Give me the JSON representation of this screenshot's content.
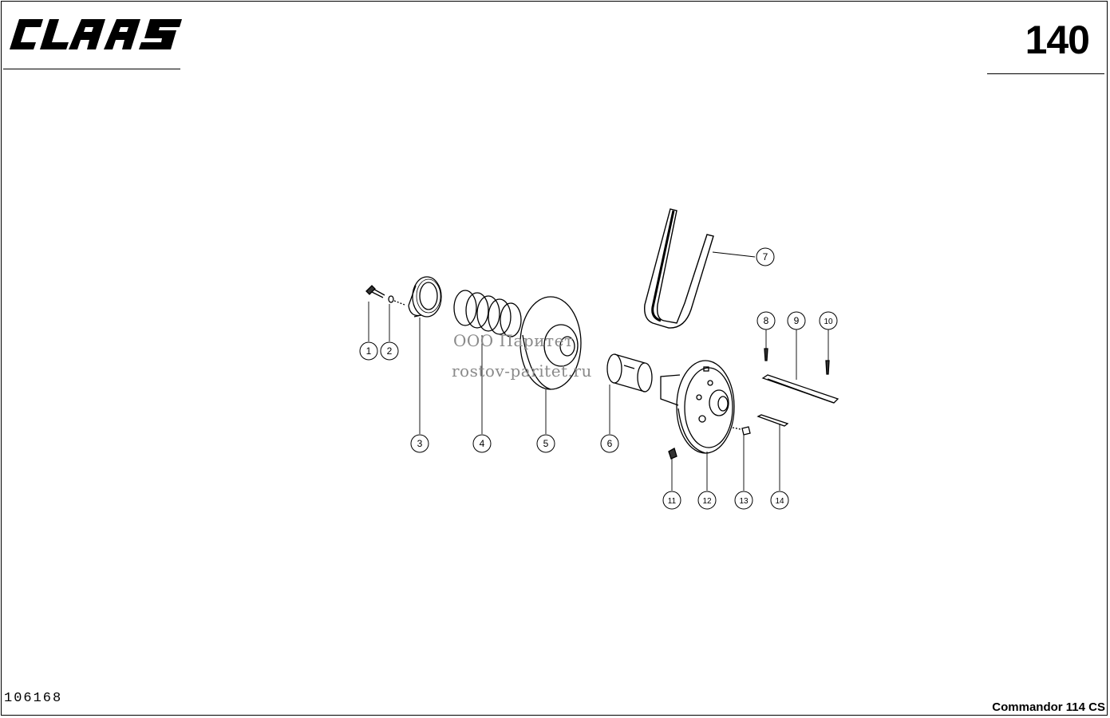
{
  "header": {
    "brand_logo": "CLAAS",
    "page_number": "140"
  },
  "footer": {
    "drawing_number": "106168",
    "model_name": "Commandor 114 CS"
  },
  "watermark": {
    "line1": "ООО Паритет",
    "line2": "rostov-paritet.ru"
  },
  "callouts": [
    "1",
    "2",
    "3",
    "4",
    "5",
    "6",
    "7",
    "8",
    "9",
    "10",
    "11",
    "12",
    "13",
    "14"
  ]
}
